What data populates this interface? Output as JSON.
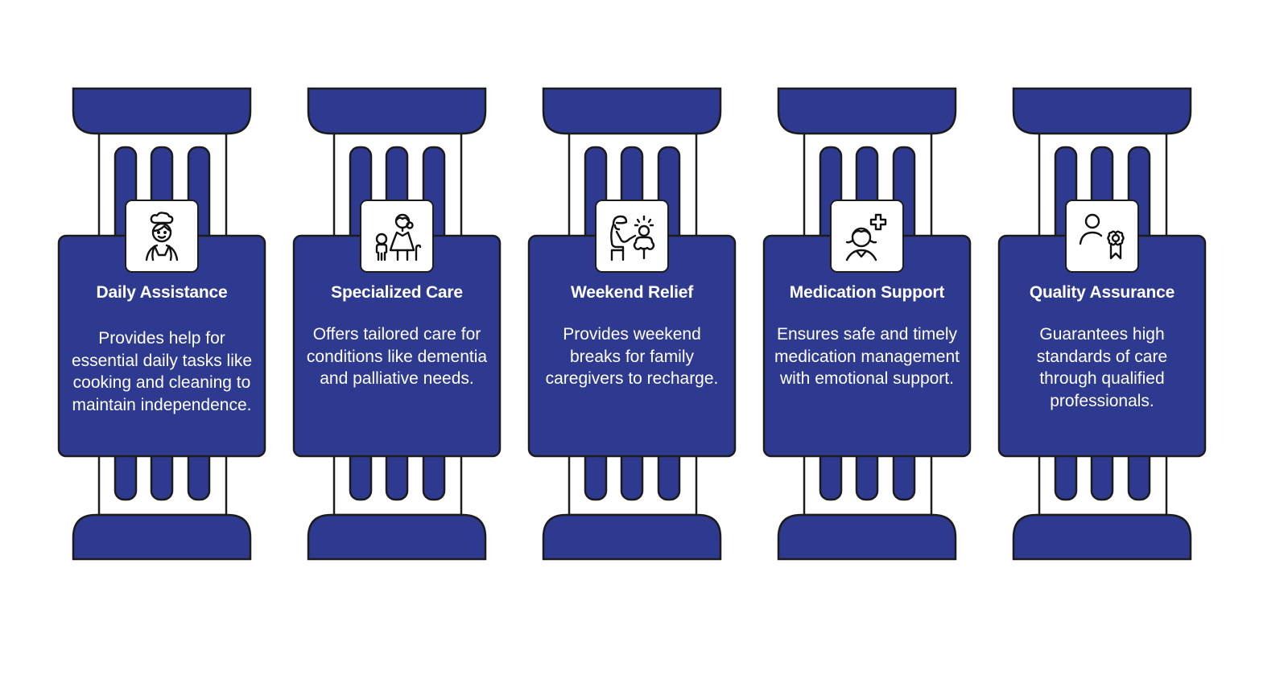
{
  "diagram": {
    "type": "pillars",
    "colors": {
      "pillar_fill": "#2e3a8f",
      "outline": "#1c1c1c",
      "text": "#ffffff",
      "background": "#ffffff"
    },
    "pillars": [
      {
        "title": "Daily Assistance",
        "description": "Provides help for essential daily tasks like cooking and cleaning to maintain independence.",
        "icon": "caregiver-maid-icon"
      },
      {
        "title": "Specialized Care",
        "description": "Offers tailored care for conditions like dementia and palliative needs.",
        "icon": "elderly-woman-with-child-icon"
      },
      {
        "title": "Weekend Relief",
        "description": "Provides weekend breaks for family caregivers to recharge.",
        "icon": "caregiver-with-child-icon"
      },
      {
        "title": "Medication Support",
        "description": "Ensures safe and timely medication management with emotional support.",
        "icon": "person-medical-cross-icon"
      },
      {
        "title": "Quality Assurance",
        "description": "Guarantees high standards of care through qualified professionals.",
        "icon": "person-award-ribbon-icon"
      }
    ]
  }
}
